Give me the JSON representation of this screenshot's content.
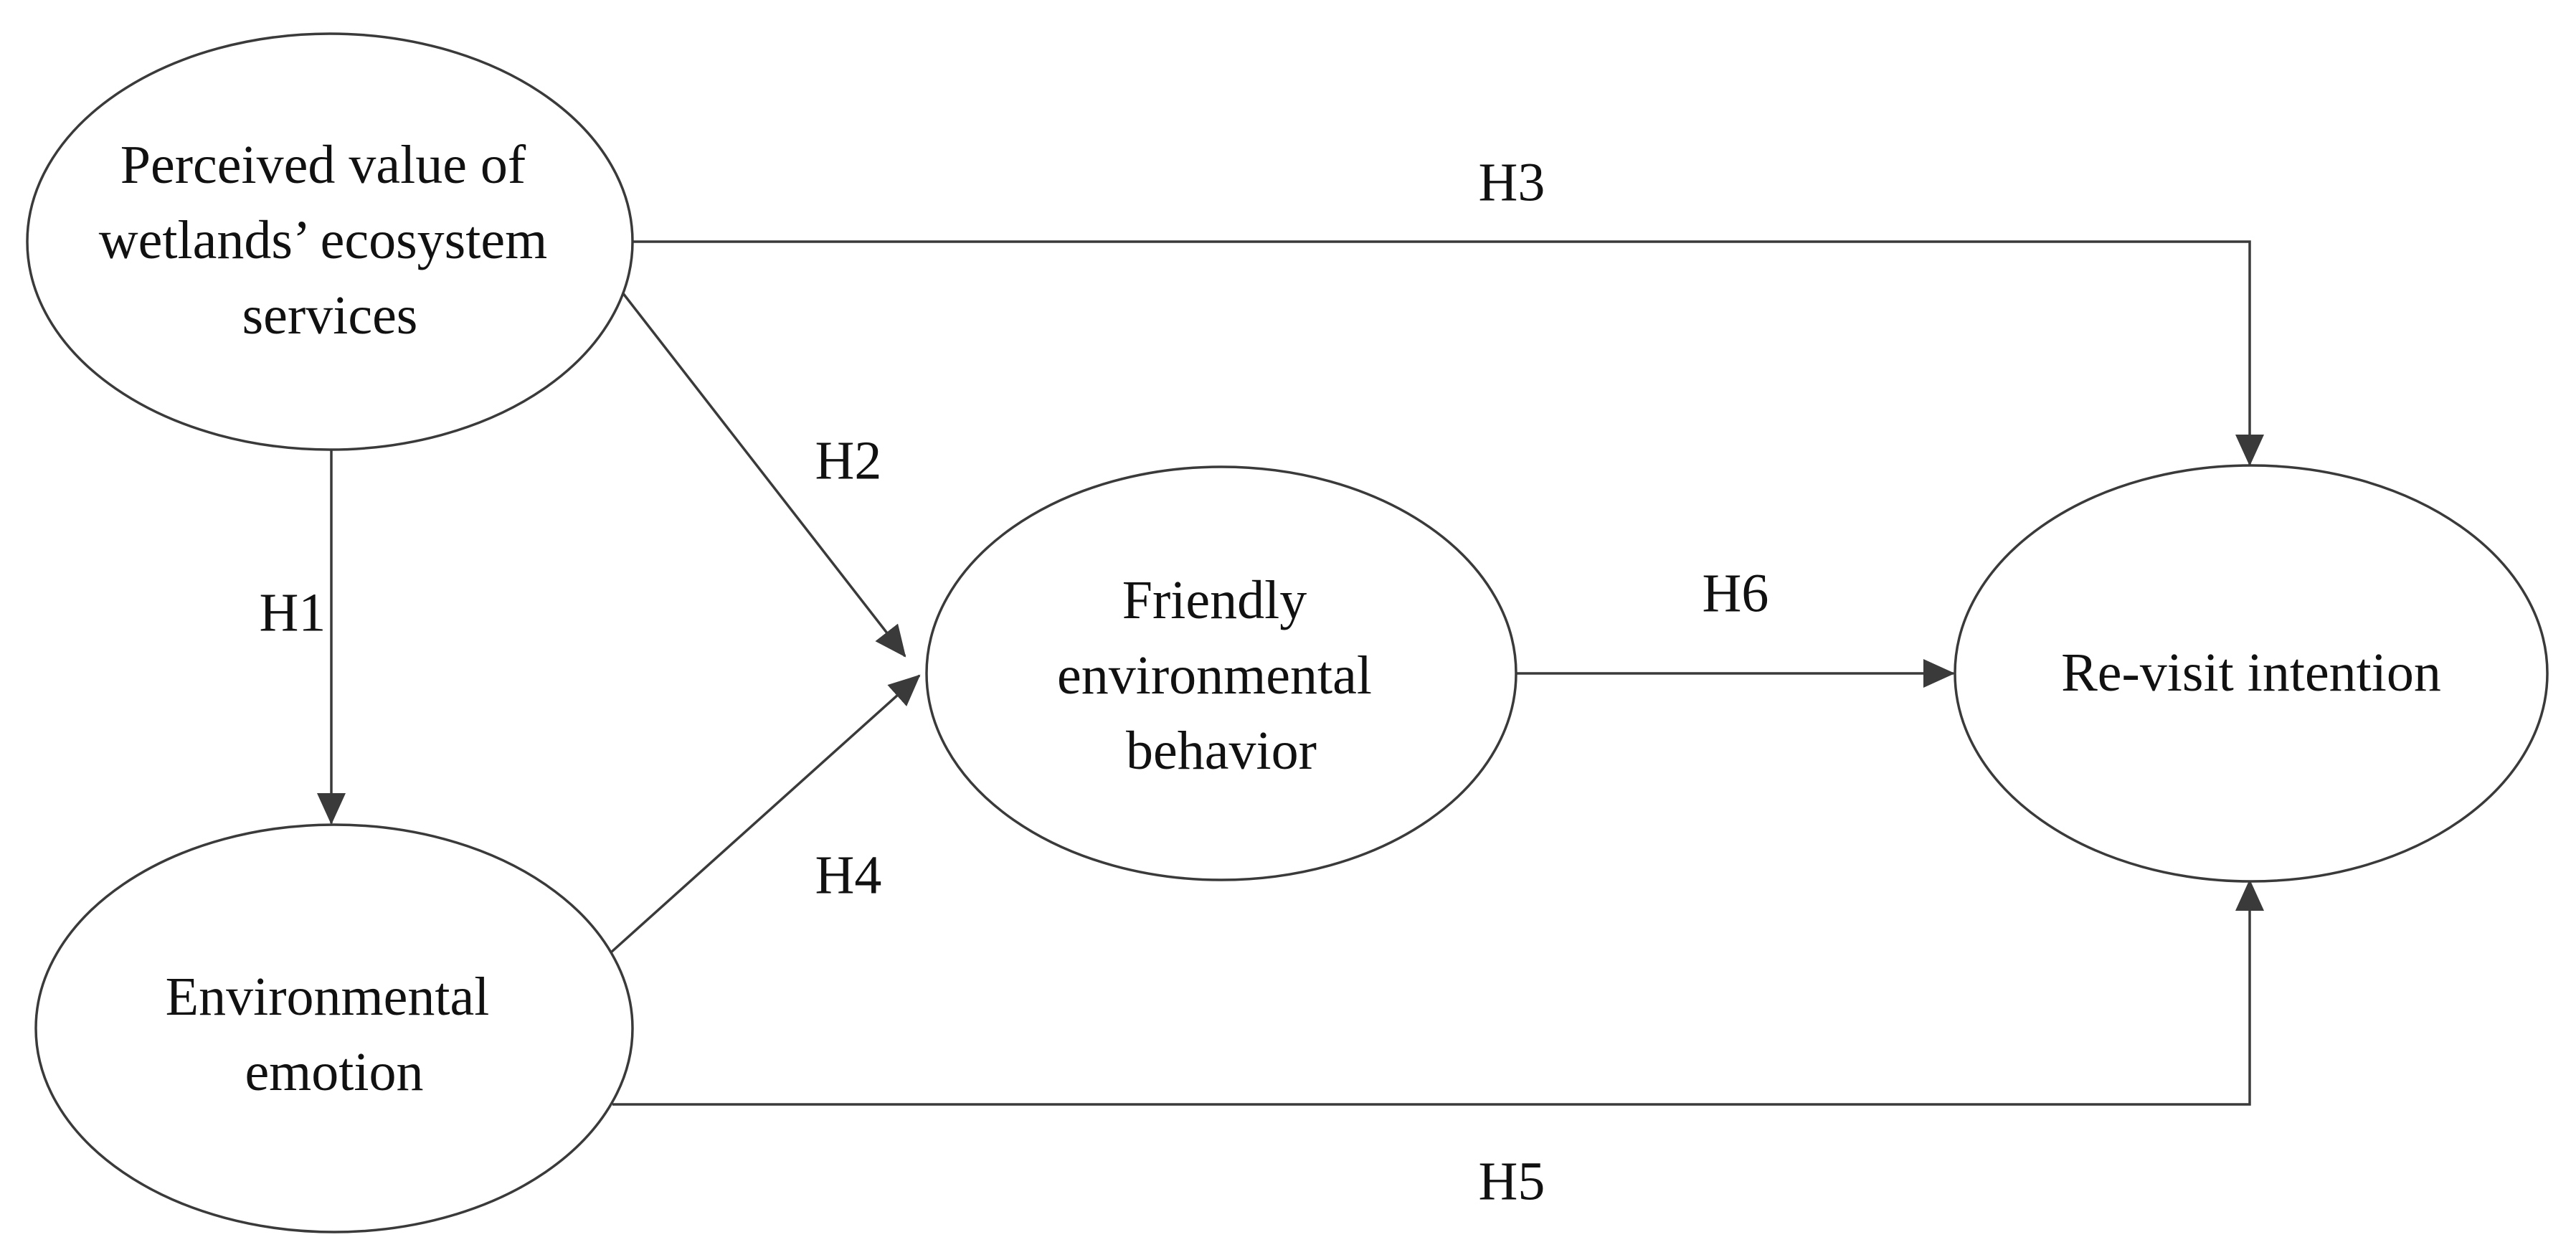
{
  "nodes": {
    "perceived_value": {
      "lines": [
        "Perceived value of",
        "wetlands’ ecosystem",
        "services"
      ]
    },
    "environmental_emotion": {
      "lines": [
        "Environmental",
        "emotion"
      ]
    },
    "friendly_behavior": {
      "lines": [
        "Friendly",
        "environmental",
        "behavior"
      ]
    },
    "revisit_intention": {
      "lines": [
        "Re-visit intention"
      ]
    }
  },
  "edges": [
    {
      "id": "H1",
      "label": "H1",
      "from": "perceived_value",
      "to": "environmental_emotion"
    },
    {
      "id": "H2",
      "label": "H2",
      "from": "perceived_value",
      "to": "friendly_behavior"
    },
    {
      "id": "H3",
      "label": "H3",
      "from": "perceived_value",
      "to": "revisit_intention"
    },
    {
      "id": "H4",
      "label": "H4",
      "from": "environmental_emotion",
      "to": "friendly_behavior"
    },
    {
      "id": "H5",
      "label": "H5",
      "from": "environmental_emotion",
      "to": "revisit_intention"
    },
    {
      "id": "H6",
      "label": "H6",
      "from": "friendly_behavior",
      "to": "revisit_intention"
    }
  ],
  "colors": {
    "stroke": "#3a3a3a",
    "text": "#111111",
    "background": "#ffffff"
  }
}
